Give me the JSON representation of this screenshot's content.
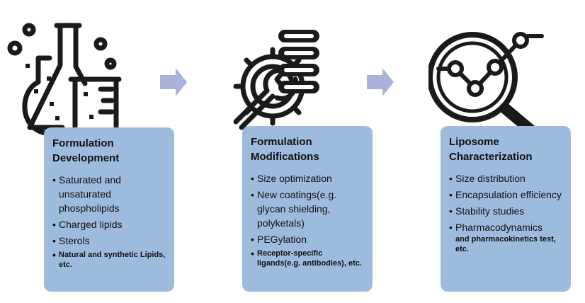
{
  "steps": [
    {
      "title": "Formulation Development",
      "icon": "lab-flask-icon",
      "items": [
        "Saturated and unsaturated phospholipids",
        "Charged lipids",
        "Sterols",
        "Natural and synthetic Lipids, etc."
      ]
    },
    {
      "title": "Formulation Modifications",
      "icon": "gear-wrench-icon",
      "items": [
        "Size optimization",
        "New coatings(e.g. glycan shielding, polyketals)",
        "PEGylation",
        "Receptor-specific ligands(e.g. antibodies), etc."
      ]
    },
    {
      "title": "Liposome Characterization",
      "icon": "magnifier-chart-icon",
      "items": [
        "Size distribution",
        "Encapsulation efficiency",
        "Stability studies",
        "Pharmacodynamics"
      ],
      "items_sub": "and pharmacokinetics test, etc."
    }
  ],
  "colors": {
    "card": "#9dbbdc",
    "arrow": "#a9b3d9",
    "icon": "#1a1a1a"
  }
}
